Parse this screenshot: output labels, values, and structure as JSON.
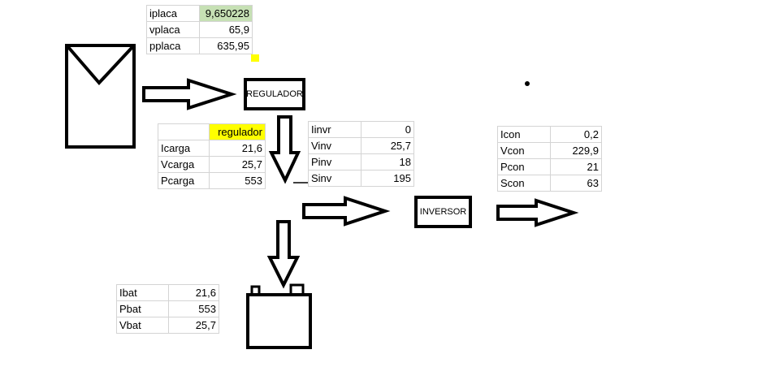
{
  "placa_table": [
    {
      "label": "iplaca",
      "value": "9,650228"
    },
    {
      "label": "vplaca",
      "value": "65,9"
    },
    {
      "label": "pplaca",
      "value": "635,95"
    }
  ],
  "regulador_table": {
    "header": "regulador",
    "rows": [
      {
        "label": "Icarga",
        "value": "21,6"
      },
      {
        "label": "Vcarga",
        "value": "25,7"
      },
      {
        "label": "Pcarga",
        "value": "553"
      }
    ]
  },
  "inversor_input_table": [
    {
      "label": "Iinvr",
      "value": "0"
    },
    {
      "label": "Vinv",
      "value": "25,7"
    },
    {
      "label": "Pinv",
      "value": "18"
    },
    {
      "label": "Sinv",
      "value": "195"
    }
  ],
  "consumo_table": [
    {
      "label": "Icon",
      "value": "0,2"
    },
    {
      "label": "Vcon",
      "value": "229,9"
    },
    {
      "label": "Pcon",
      "value": "21"
    },
    {
      "label": "Scon",
      "value": "63"
    }
  ],
  "bateria_table": [
    {
      "label": "Ibat",
      "value": "21,6"
    },
    {
      "label": "Pbat",
      "value": "553"
    },
    {
      "label": "Vbat",
      "value": "25,7"
    }
  ],
  "blocks": {
    "regulador": "REGULADOR",
    "inversor": "INVERSOR"
  },
  "colors": {
    "highlight_green": "#c6e0b4",
    "highlight_yellow": "#ffff00",
    "stroke": "#000000"
  }
}
